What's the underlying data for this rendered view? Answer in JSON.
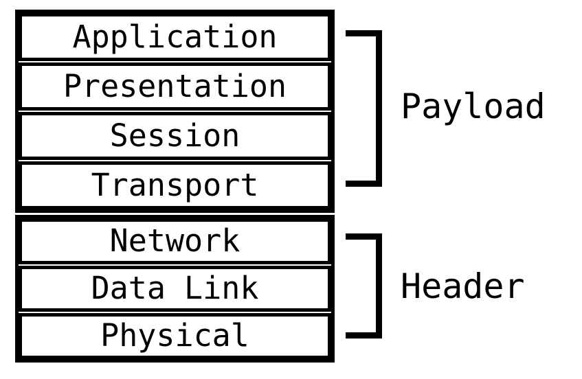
{
  "diagram": {
    "type": "stack-diagram",
    "groups": [
      {
        "label": "Payload",
        "layers": [
          "Application",
          "Presentation",
          "Session",
          "Transport"
        ]
      },
      {
        "label": "Header",
        "layers": [
          "Network",
          "Data Link",
          "Physical"
        ]
      }
    ],
    "colors": {
      "stroke": "#000000",
      "background": "#ffffff",
      "box_fill": "#ffffff"
    }
  }
}
